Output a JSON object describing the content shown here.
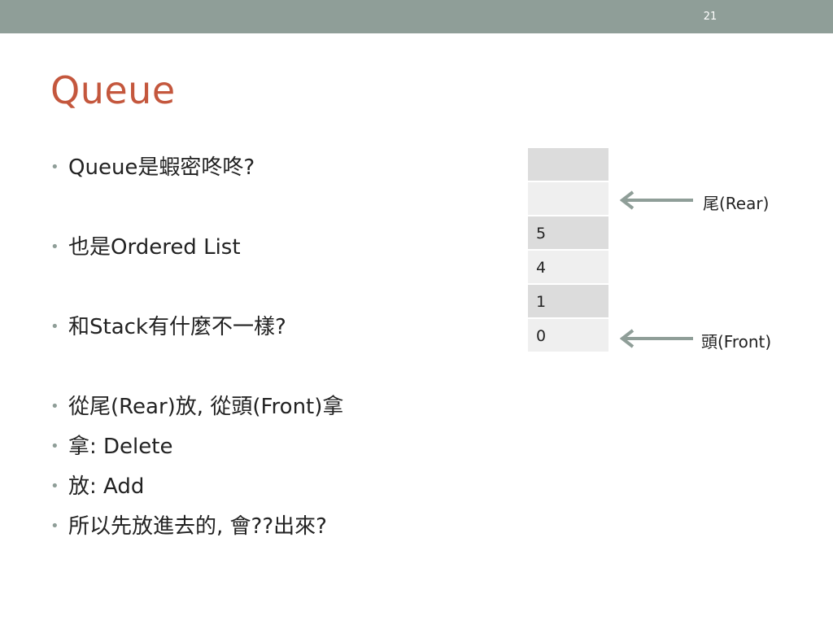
{
  "slide": {
    "number": "21",
    "title": "Queue"
  },
  "bullets": [
    "Queue是蝦密咚咚?",
    "也是Ordered List",
    "和Stack有什麼不一樣?",
    "從尾(Rear)放, 從頭(Front)拿",
    "拿: Delete",
    "放: Add",
    "所以先放進去的, 會??出來?"
  ],
  "queue_diagram": {
    "cells": [
      "",
      "",
      "5",
      "4",
      "1",
      "0"
    ],
    "rear_label": "尾(Rear)",
    "front_label": "頭(Front)"
  },
  "colors": {
    "accent_title": "#c4573d",
    "bar": "#8f9e98",
    "cell_dark": "#dcdcdc",
    "cell_light": "#efefef",
    "arrow": "#8f9e98"
  }
}
